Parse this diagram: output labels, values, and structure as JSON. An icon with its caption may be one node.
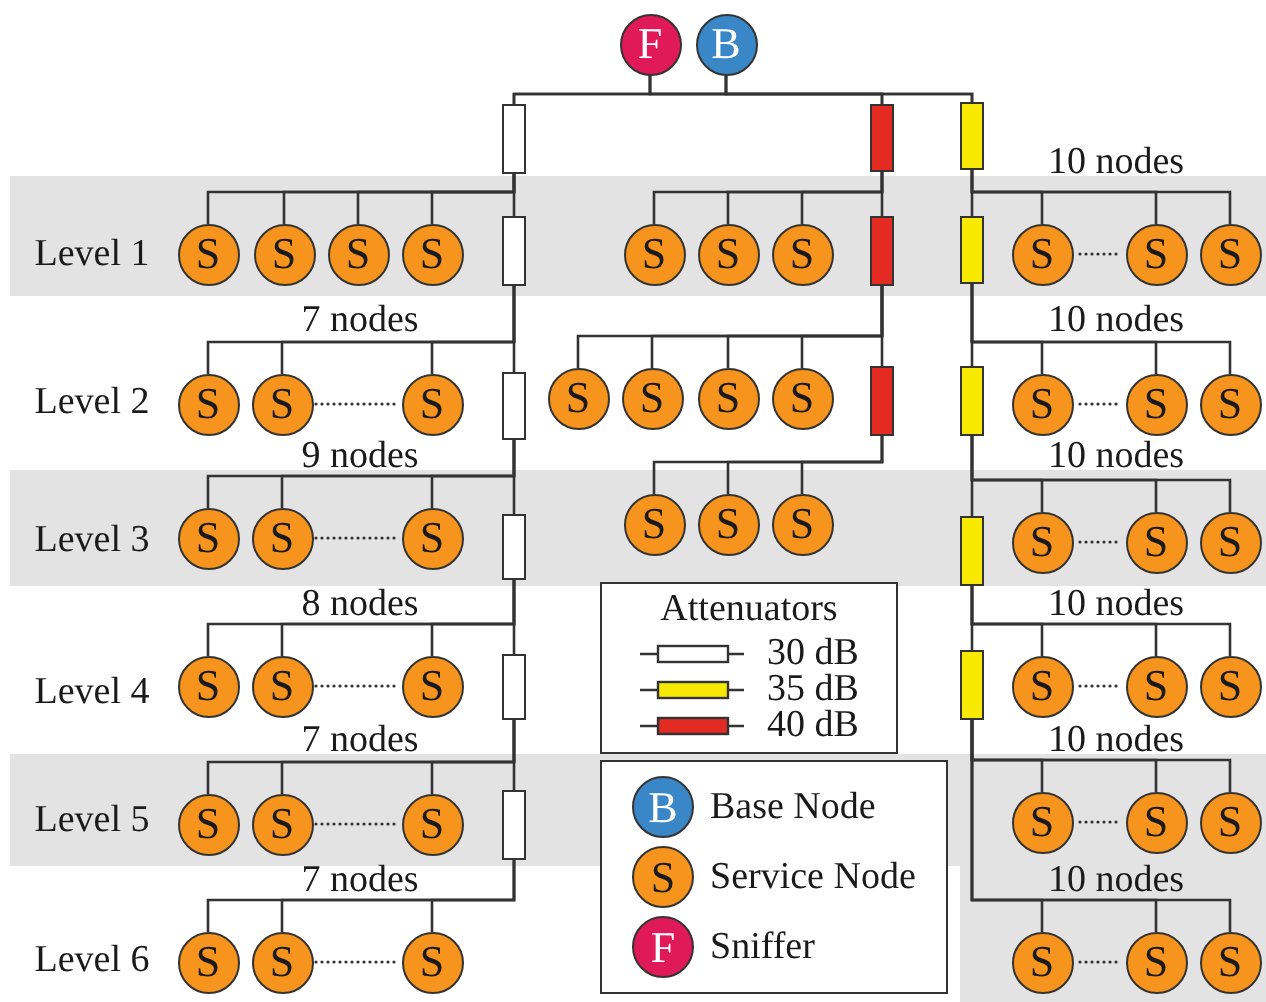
{
  "diagram": {
    "nodes": [
      {
        "text": [
          "F"
        ]
      },
      {
        "text": [
          "B"
        ]
      },
      {
        "text": [],
        "shape": "box"
      },
      {
        "text": [],
        "shape": "box"
      },
      {
        "text": [],
        "shape": "box"
      },
      {
        "text": [
          "S"
        ]
      },
      {
        "text": [
          "S"
        ]
      },
      {
        "text": [
          "S"
        ]
      },
      {
        "text": [
          "S"
        ]
      },
      {
        "text": [],
        "shape": "box"
      },
      {
        "text": [
          "S"
        ]
      },
      {
        "text": [
          "S"
        ]
      },
      {
        "text": [
          "S"
        ]
      },
      {
        "text": [],
        "shape": "box"
      },
      {
        "text": [],
        "shape": "box"
      },
      {
        "text": [
          "S"
        ]
      },
      {
        "text": [
          "S"
        ]
      },
      {
        "text": [
          "S"
        ]
      },
      {
        "text": [
          "S"
        ]
      },
      {
        "text": [
          "S"
        ]
      },
      {
        "text": [
          "S"
        ]
      },
      {
        "text": [],
        "shape": "box"
      },
      {
        "text": [
          "S"
        ]
      },
      {
        "text": [
          "S"
        ]
      },
      {
        "text": [
          "S"
        ]
      },
      {
        "text": [
          "S"
        ]
      },
      {
        "text": [],
        "shape": "box"
      },
      {
        "text": [],
        "shape": "box"
      },
      {
        "text": [
          "S"
        ]
      },
      {
        "text": [
          "S"
        ]
      },
      {
        "text": [
          "S"
        ]
      },
      {
        "text": [
          "S"
        ]
      },
      {
        "text": [
          "S"
        ]
      },
      {
        "text": [
          "S"
        ]
      },
      {
        "text": [],
        "shape": "box"
      },
      {
        "text": [
          "S"
        ]
      },
      {
        "text": [
          "S"
        ]
      },
      {
        "text": [
          "S"
        ]
      },
      {
        "text": [],
        "shape": "box"
      },
      {
        "text": [
          "S"
        ]
      },
      {
        "text": [
          "S"
        ]
      },
      {
        "text": [
          "S"
        ]
      },
      {
        "text": [
          "S"
        ]
      },
      {
        "text": [
          "S"
        ]
      },
      {
        "text": [
          "S"
        ]
      },
      {
        "text": [],
        "shape": "box"
      },
      {
        "text": [],
        "shape": "box"
      },
      {
        "text": [
          "S"
        ]
      },
      {
        "text": [
          "S"
        ]
      },
      {
        "text": [
          "S"
        ]
      },
      {
        "text": [
          "S"
        ]
      },
      {
        "text": [
          "S"
        ]
      },
      {
        "text": [
          "S"
        ]
      },
      {
        "text": [],
        "shape": "box"
      },
      {
        "text": [
          "S"
        ]
      },
      {
        "text": [
          "S"
        ]
      },
      {
        "text": [
          "S"
        ]
      },
      {
        "text": [
          "S"
        ]
      },
      {
        "text": [
          "S"
        ]
      },
      {
        "text": [
          "S"
        ]
      },
      {
        "text": [
          "S"
        ]
      },
      {
        "text": [
          "S"
        ]
      },
      {
        "text": [
          "S"
        ]
      }
    ],
    "edges": [
      {
        "from": 0,
        "to": 2,
        "arrow": "none"
      },
      {
        "from": 0,
        "to": 3,
        "arrow": "none"
      },
      {
        "from": 0,
        "to": 4,
        "arrow": "none"
      },
      {
        "from": 1,
        "to": 2,
        "arrow": "none"
      },
      {
        "from": 1,
        "to": 3,
        "arrow": "none"
      },
      {
        "from": 1,
        "to": 4,
        "arrow": "none"
      },
      {
        "from": 2,
        "to": 5,
        "arrow": "none"
      },
      {
        "from": 2,
        "to": 6,
        "arrow": "none"
      },
      {
        "from": 2,
        "to": 7,
        "arrow": "none"
      },
      {
        "from": 2,
        "to": 8,
        "arrow": "none"
      },
      {
        "from": 2,
        "to": 9,
        "arrow": "none"
      },
      {
        "from": 9,
        "to": 18,
        "arrow": "none"
      },
      {
        "from": 9,
        "to": 19,
        "arrow": "none"
      },
      {
        "from": 9,
        "to": 20,
        "arrow": "none"
      },
      {
        "from": 9,
        "to": 21,
        "arrow": "none"
      },
      {
        "from": 21,
        "to": 31,
        "arrow": "none"
      },
      {
        "from": 21,
        "to": 32,
        "arrow": "none"
      },
      {
        "from": 21,
        "to": 33,
        "arrow": "none"
      },
      {
        "from": 21,
        "to": 34,
        "arrow": "none"
      },
      {
        "from": 34,
        "to": 42,
        "arrow": "none"
      },
      {
        "from": 34,
        "to": 43,
        "arrow": "none"
      },
      {
        "from": 34,
        "to": 44,
        "arrow": "none"
      },
      {
        "from": 34,
        "to": 45,
        "arrow": "none"
      },
      {
        "from": 45,
        "to": 50,
        "arrow": "none"
      },
      {
        "from": 45,
        "to": 51,
        "arrow": "none"
      },
      {
        "from": 45,
        "to": 52,
        "arrow": "none"
      },
      {
        "from": 45,
        "to": 53,
        "arrow": "none"
      },
      {
        "from": 53,
        "to": 57,
        "arrow": "none"
      },
      {
        "from": 53,
        "to": 58,
        "arrow": "none"
      },
      {
        "from": 53,
        "to": 59,
        "arrow": "none"
      },
      {
        "from": 3,
        "to": 10,
        "arrow": "none"
      },
      {
        "from": 3,
        "to": 11,
        "arrow": "none"
      },
      {
        "from": 3,
        "to": 12,
        "arrow": "none"
      },
      {
        "from": 3,
        "to": 13,
        "arrow": "none"
      },
      {
        "from": 13,
        "to": 22,
        "arrow": "none"
      },
      {
        "from": 13,
        "to": 23,
        "arrow": "none"
      },
      {
        "from": 13,
        "to": 24,
        "arrow": "none"
      },
      {
        "from": 13,
        "to": 25,
        "arrow": "none"
      },
      {
        "from": 13,
        "to": 26,
        "arrow": "none"
      },
      {
        "from": 26,
        "to": 35,
        "arrow": "none"
      },
      {
        "from": 26,
        "to": 36,
        "arrow": "none"
      },
      {
        "from": 26,
        "to": 37,
        "arrow": "none"
      },
      {
        "from": 4,
        "to": 15,
        "arrow": "none"
      },
      {
        "from": 4,
        "to": 16,
        "arrow": "none"
      },
      {
        "from": 4,
        "to": 17,
        "arrow": "none"
      },
      {
        "from": 4,
        "to": 14,
        "arrow": "none"
      },
      {
        "from": 14,
        "to": 28,
        "arrow": "none"
      },
      {
        "from": 14,
        "to": 29,
        "arrow": "none"
      },
      {
        "from": 14,
        "to": 30,
        "arrow": "none"
      },
      {
        "from": 14,
        "to": 27,
        "arrow": "none"
      },
      {
        "from": 27,
        "to": 39,
        "arrow": "none"
      },
      {
        "from": 27,
        "to": 40,
        "arrow": "none"
      },
      {
        "from": 27,
        "to": 41,
        "arrow": "none"
      },
      {
        "from": 27,
        "to": 38,
        "arrow": "none"
      },
      {
        "from": 38,
        "to": 47,
        "arrow": "none"
      },
      {
        "from": 38,
        "to": 48,
        "arrow": "none"
      },
      {
        "from": 38,
        "to": 49,
        "arrow": "none"
      },
      {
        "from": 38,
        "to": 46,
        "arrow": "none"
      },
      {
        "from": 46,
        "to": 54,
        "arrow": "none"
      },
      {
        "from": 46,
        "to": 55,
        "arrow": "none"
      },
      {
        "from": 46,
        "to": 56,
        "arrow": "none"
      },
      {
        "from": 46,
        "to": 60,
        "arrow": "none"
      },
      {
        "from": 46,
        "to": 61,
        "arrow": "none"
      },
      {
        "from": 46,
        "to": 62,
        "arrow": "none"
      }
    ],
    "labels": [
      "10 nodes",
      "Level 1",
      "7 nodes",
      "10 nodes",
      "Level 2",
      "9 nodes",
      "10 nodes",
      "Level 3",
      "8 nodes",
      "Attenuators",
      "10 nodes",
      "Level 4",
      "7 nodes",
      "10 nodes",
      "Level 5",
      "7 nodes",
      "10 nodes",
      "Level 6",
      "B",
      "S",
      "F"
    ],
    "legend": [
      {
        "text": "30 dB",
        "color": "#ffffff"
      },
      {
        "text": "35 dB",
        "color": "#f7ea00"
      },
      {
        "text": "40 dB",
        "color": "#e32b23"
      },
      {
        "text": "Base Node",
        "color": "#3a87c8"
      },
      {
        "text": "Service Node",
        "color": "#f7941d"
      },
      {
        "text": "Sniffer",
        "color": "#e0195a"
      }
    ]
  }
}
